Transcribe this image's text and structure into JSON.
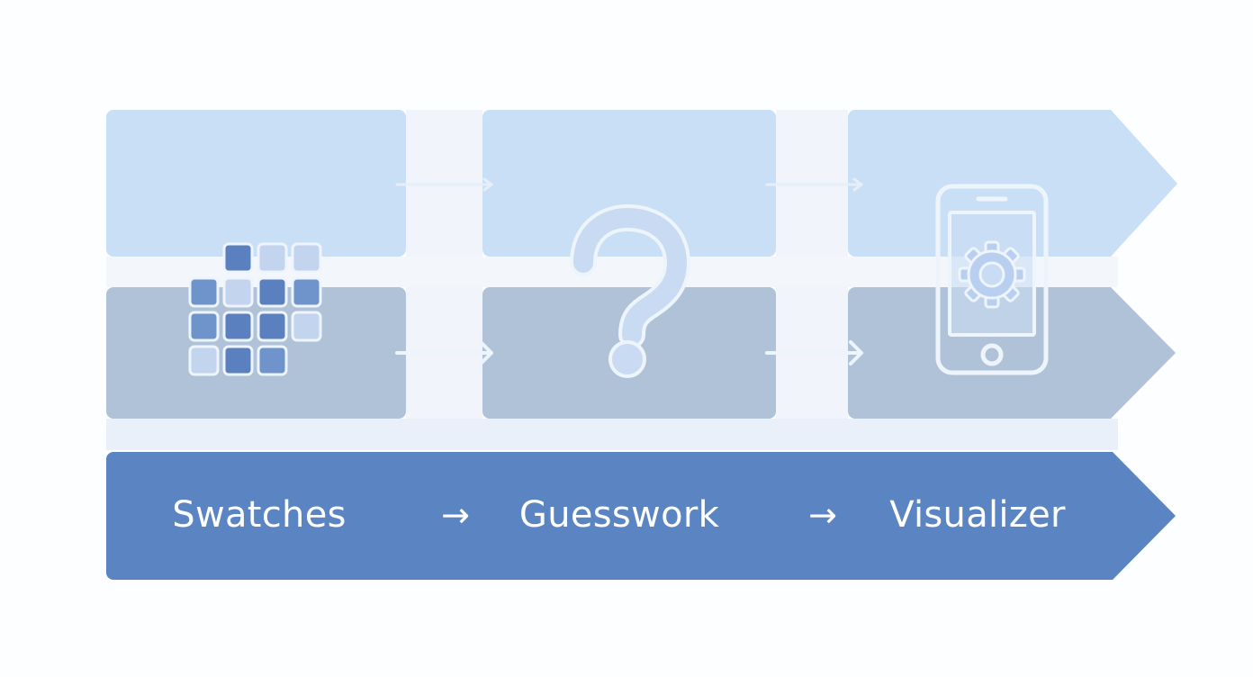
{
  "colors": {
    "top_band": "#c9dff6",
    "middle_band": "#b0c2d8",
    "bottom_band": "#5a84c2",
    "gap_fill": "#e9f0fa",
    "icon_stroke": "#eef4fc",
    "swatch_dark": "#5b80bf",
    "swatch_mid": "#6f93cb",
    "swatch_light": "#c3d5ee",
    "label_text": "#ffffff"
  },
  "stages": [
    {
      "label": "Swatches",
      "icon": "color-swatch-grid-icon"
    },
    {
      "label": "Guesswork",
      "icon": "question-mark-icon"
    },
    {
      "label": "Visualizer",
      "icon": "phone-settings-icon"
    }
  ],
  "flow_arrows": [
    "→",
    "→"
  ],
  "swatch_grid": [
    [
      "empty",
      "dark",
      "light",
      "light"
    ],
    [
      "mid",
      "light",
      "dark",
      "mid"
    ],
    [
      "mid",
      "dark",
      "dark",
      "light"
    ],
    [
      "light",
      "dark",
      "mid",
      "empty"
    ]
  ]
}
